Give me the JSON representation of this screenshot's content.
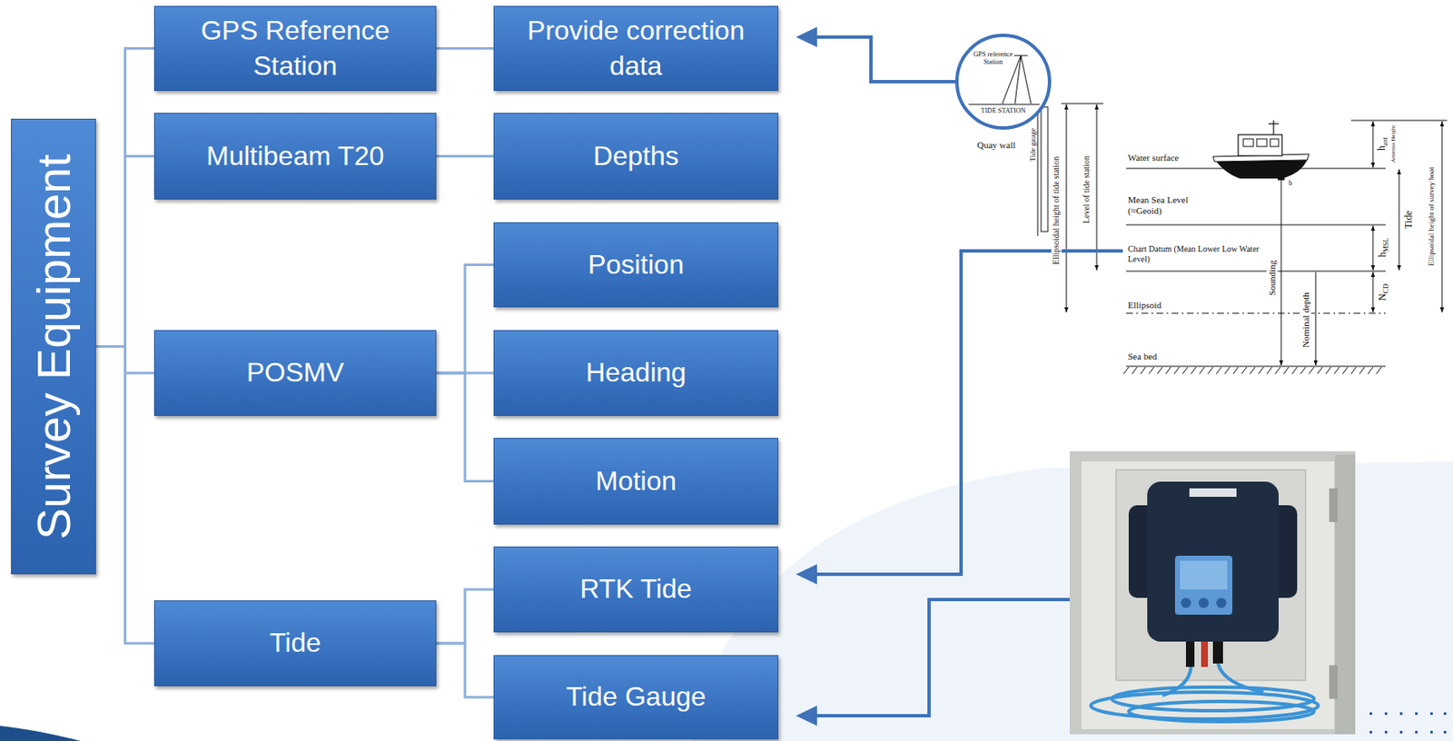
{
  "diagram": {
    "nodes": [
      {
        "text": [
          "Survey Equipment"
        ]
      },
      {
        "text": [
          "GPS Reference Station"
        ]
      },
      {
        "text": [
          "Provide correction data"
        ]
      },
      {
        "text": [
          "Multibeam T20"
        ]
      },
      {
        "text": [
          "Depths"
        ]
      },
      {
        "text": [
          "POSMV"
        ]
      },
      {
        "text": [
          "Position"
        ]
      },
      {
        "text": [
          "Heading"
        ]
      },
      {
        "text": [
          "Motion"
        ]
      },
      {
        "text": [
          "Tide"
        ]
      },
      {
        "text": [
          "RTK Tide"
        ]
      },
      {
        "text": [
          "Tide Gauge"
        ]
      }
    ],
    "edges": [
      {
        "from": 0,
        "to": 1,
        "arrow": "none"
      },
      {
        "from": 0,
        "to": 3,
        "arrow": "none"
      },
      {
        "from": 0,
        "to": 5,
        "arrow": "none"
      },
      {
        "from": 0,
        "to": 9,
        "arrow": "none"
      },
      {
        "from": 1,
        "to": 2,
        "arrow": "none"
      },
      {
        "from": 3,
        "to": 4,
        "arrow": "none"
      },
      {
        "from": 5,
        "to": 6,
        "arrow": "none"
      },
      {
        "from": 5,
        "to": 7,
        "arrow": "none"
      },
      {
        "from": 5,
        "to": 8,
        "arrow": "none"
      },
      {
        "from": 9,
        "to": 10,
        "arrow": "none"
      },
      {
        "from": 9,
        "to": 11,
        "arrow": "none"
      }
    ],
    "labels": [
      "GPS reference Station",
      "TIDE STATION",
      "Quay wall",
      "Tide gauge",
      "Ellipsoidal height of tide station",
      "Level of tide station",
      "Water surface",
      "Mean Sea Level (≈Geoid)",
      "Chart Datum (Mean Lower Low Water Level)",
      "Ellipsoid",
      "Sea bed",
      "Sounding",
      "Nominal depth",
      "h",
      "ant",
      "Antenna Height",
      "Tide",
      "h",
      "MSL",
      "N",
      "CD",
      "b",
      "Ellipsoidal height of survey boat"
    ]
  }
}
